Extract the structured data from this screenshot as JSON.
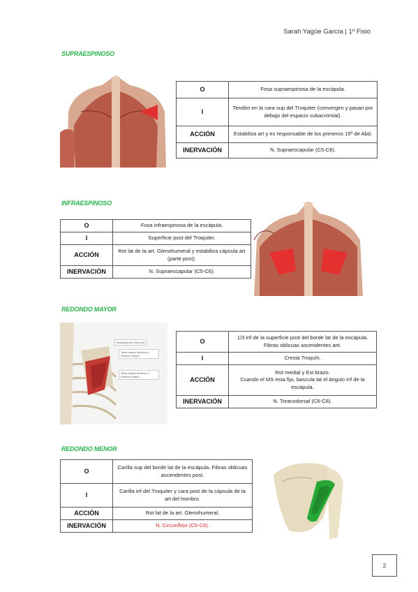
{
  "header": {
    "author": "Sarah Yagüe García | 1º Fisio"
  },
  "sections": [
    {
      "title": "SUPRAESPINOSO",
      "rows": [
        {
          "key": "O",
          "value": "Fosa supraespinosa de la escápula."
        },
        {
          "key": "I",
          "value": "Tendón en la cara sup del Troquiter (convergen y pasan por debajo del espacio subacromial)."
        },
        {
          "key": "ACCIÓN",
          "value": "Estabiliza art y es responsable de los primeros 15º de Abd."
        },
        {
          "key": "INERVACIÓN",
          "value": "N. Supraescapular (C5-C6)."
        }
      ]
    },
    {
      "title": "INFRAESPINOSO",
      "rows": [
        {
          "key": "O",
          "value": "Fosa infraespinosa de la escápula."
        },
        {
          "key": "I",
          "value": "Superficie post del Troquiter."
        },
        {
          "key": "ACCIÓN",
          "value": "Rot lat de la art. Glenohumeral y estabiliza cápsula art (parte post)."
        },
        {
          "key": "INERVACIÓN",
          "value": "N. Supraescapular (C5-C6)."
        }
      ]
    },
    {
      "title": "REDONDO MAYOR",
      "image_labels": [
        "Infraespinoso Derecho",
        "Teres mayor derecho o redondo mayor",
        "Teres mayor derecho o redondo mayor"
      ],
      "rows": [
        {
          "key": "O",
          "value": "1/3 inf de la superficie post del borde lat de la escápula. Fibras oblicuas ascendentes ant."
        },
        {
          "key": "I",
          "value": "Cresta Troquín."
        },
        {
          "key": "ACCIÓN",
          "value": "Rot medial y Ext brazo.",
          "value2": "Cuando el MS esta fijo, bascula lat el ángulo inf de la escápula."
        },
        {
          "key": "INERVACIÓN",
          "value": "N. Toracodorsal (C6-C8)."
        }
      ]
    },
    {
      "title": "REDONDO MENOR",
      "rows": [
        {
          "key": "O",
          "value": "Carilla sup del borde lat de la escápula. Fibras oblicuas ascendentes post."
        },
        {
          "key": "I",
          "value": "Carilla inf del Troquiter y cara post de la cápsula de la art del hombro."
        },
        {
          "key": "ACCIÓN",
          "value": "Rot lat de la art. Glenohumeral."
        },
        {
          "key": "INERVACIÓN",
          "value": "N. Circunflejo (C5-C6)."
        }
      ]
    }
  ],
  "page_number": "2",
  "colors": {
    "title": "#2bb24c",
    "muscle": "#c8403a",
    "highlight_red": "#d42a2a",
    "highlight_green": "#27a836"
  }
}
